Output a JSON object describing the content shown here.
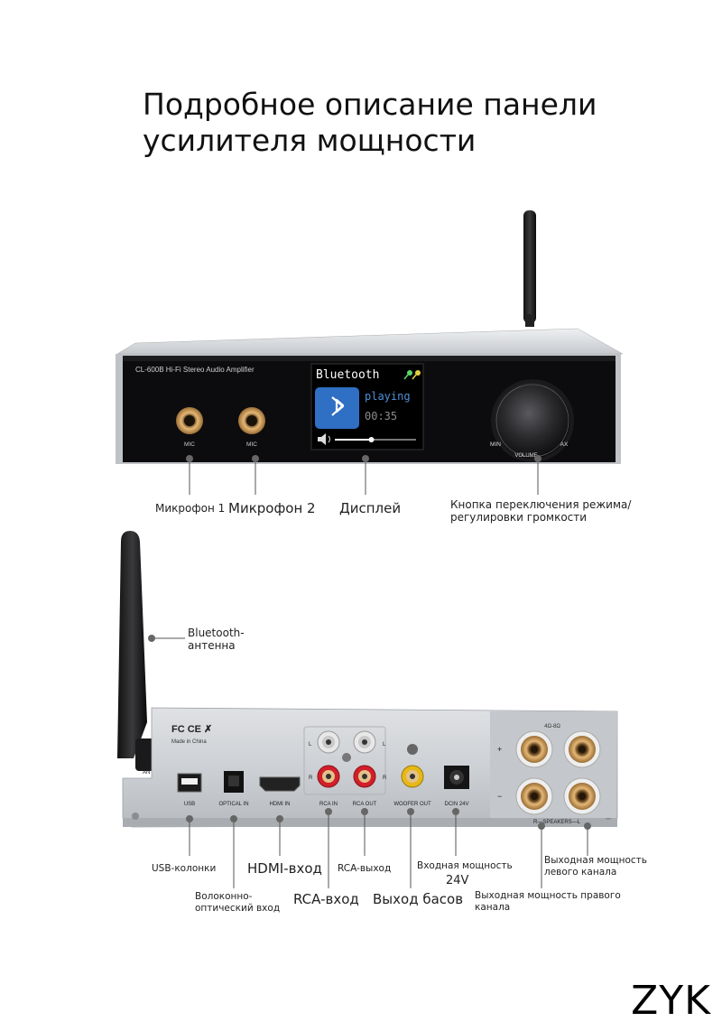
{
  "title": {
    "line1": "Подробное описание панели",
    "line2": "усилителя мощности"
  },
  "front_panel": {
    "model_text": "CL-600B Hi-Fi Stereo Audio Amplifier",
    "mic1_print": "MIC",
    "mic2_print": "MIC",
    "display": {
      "header": "Bluetooth",
      "status": "playing",
      "time": "00:35",
      "volume_level": 0.45
    },
    "knob_min": "MIN",
    "knob_max": "AX",
    "knob_volume": "VOLUME"
  },
  "front_labels": {
    "mic1": "Микрофон 1",
    "mic2": "Микрофон 2",
    "display": "Дисплей",
    "knob_line1": "Кнопка переключения режима/",
    "knob_line2": "регулировки громкости"
  },
  "rear_panel": {
    "cert": "FC CE ✗",
    "made_in": "Made in China",
    "ant": "ANT",
    "usb": "USB",
    "optical": "OPTICAL IN",
    "hdmi": "HDMI IN",
    "rca_in": "RCA IN",
    "rca_out": "RCA OUT",
    "woofer": "WOOFER OUT",
    "dc": "DCIN 24V",
    "ohms": "4Ω-8Ω",
    "speakers": "R—SPEAKERS—L",
    "l": "L",
    "r": "R",
    "plus": "+",
    "minus": "−"
  },
  "rear_labels": {
    "antenna_line1": "Bluetooth-",
    "antenna_line2": "антенна",
    "usb": "USB-колонки",
    "optical_line1": "Волоконно-",
    "optical_line2": "оптический вход",
    "hdmi": "HDMI-вход",
    "rca_in": "RCA-вход",
    "rca_out": "RCA-выход",
    "woofer": "Выход басов",
    "power_line1": "Входная мощность",
    "power_line2": "24V",
    "right_line1": "Выходная мощность правого",
    "right_line2": "канала",
    "left_line1": "Выходная мощность",
    "left_line2": "левого канала"
  },
  "brand": "ZYK",
  "colors": {
    "panel_black": "#0c0c0e",
    "chassis_silver": "#c9cbcf",
    "display_blue": "#2f6fc4",
    "rca_red": "#d21f2a",
    "rca_white": "#e8e8e8",
    "gold": "#c79a5a",
    "woofer_yellow": "#e7b816"
  }
}
